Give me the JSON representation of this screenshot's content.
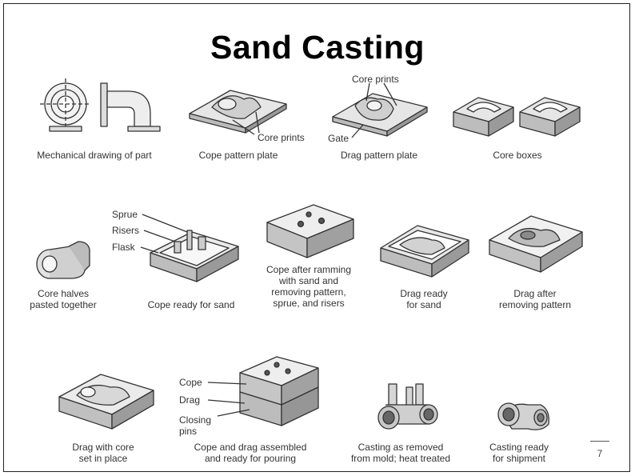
{
  "title": "Sand Casting",
  "page_number": "7",
  "steps": [
    {
      "caption": "Mechanical drawing of part"
    },
    {
      "caption": "Cope pattern plate",
      "label": "Core prints"
    },
    {
      "caption": "Drag pattern plate",
      "label_top": "Core prints",
      "label_gate": "Gate"
    },
    {
      "caption": "Core boxes"
    },
    {
      "caption_l1": "Core halves",
      "caption_l2": "pasted together"
    },
    {
      "caption": "Cope ready for sand",
      "label_sprue": "Sprue",
      "label_risers": "Risers",
      "label_flask": "Flask"
    },
    {
      "caption_l1": "Cope after ramming",
      "caption_l2": "with sand and",
      "caption_l3": "removing pattern,",
      "caption_l4": "sprue, and risers"
    },
    {
      "caption_l1": "Drag ready",
      "caption_l2": "for sand"
    },
    {
      "caption_l1": "Drag after",
      "caption_l2": "removing pattern"
    },
    {
      "caption_l1": "Drag with core",
      "caption_l2": "set in place"
    },
    {
      "caption_l1": "Cope and drag assembled",
      "caption_l2": "and ready for pouring",
      "label_cope": "Cope",
      "label_drag": "Drag",
      "label_pins_l1": "Closing",
      "label_pins_l2": "pins"
    },
    {
      "caption_l1": "Casting as removed",
      "caption_l2": "from mold; heat treated"
    },
    {
      "caption_l1": "Casting ready",
      "caption_l2": "for shipment"
    }
  ]
}
